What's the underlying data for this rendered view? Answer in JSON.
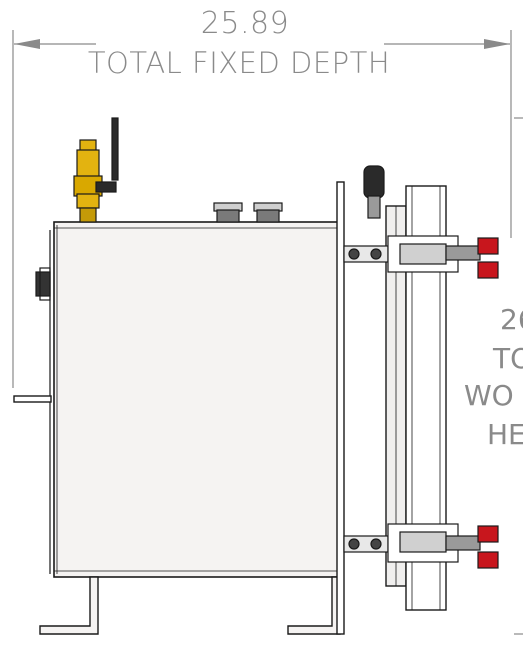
{
  "dimensions": {
    "depth": {
      "value": "25.89",
      "label": "TOTAL FIXED DEPTH"
    },
    "height": {
      "value": "26",
      "line1": "TO",
      "line2": "WO",
      "line3": "HE"
    }
  },
  "colors": {
    "dimension_text": "#8a8a8a",
    "outline": "#1a1a1a",
    "tank_fill": "#f5f3f2",
    "valve_brass": "#e3b310",
    "cap_red": "#c8161d"
  }
}
